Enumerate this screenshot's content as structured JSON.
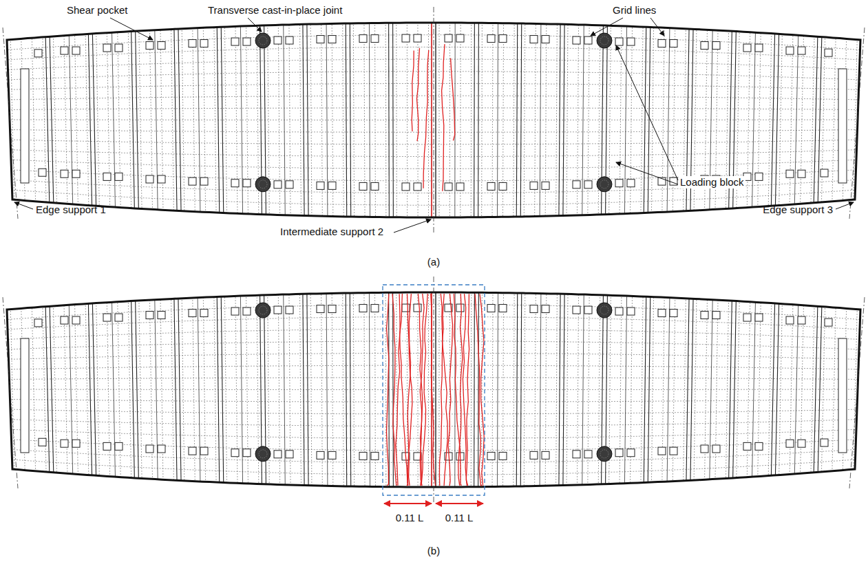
{
  "diagram": {
    "labels": [
      "Shear pocket",
      "Transverse cast-in-place joint",
      "Grid lines",
      "Loading block",
      "Edge support 1",
      "Intermediate support 2",
      "Edge support 3",
      "(a)",
      "0.11 L",
      "0.11 L",
      "(b)"
    ]
  }
}
